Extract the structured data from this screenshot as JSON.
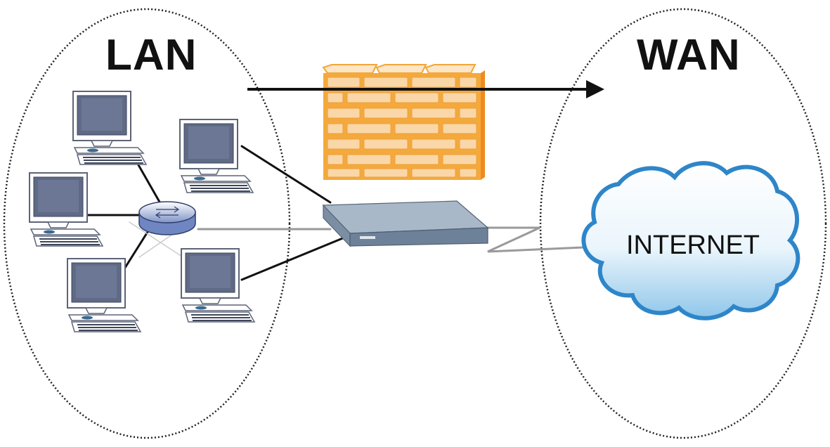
{
  "zones": {
    "lan": "LAN",
    "wan": "WAN"
  },
  "internet": {
    "label": "INTERNET",
    "icon": "cloud-icon"
  },
  "devices": {
    "firewall_icon": "brick-firewall-icon",
    "router_icon": "router-icon",
    "hub_icon": "hub-icon",
    "computer_icon": "desktop-computer-icon"
  },
  "colors": {
    "brick_face": "#FAD7A8",
    "brick_mortar": "#F4A93C",
    "computer_screen": "#5F6B86",
    "router_top": "#A9B8C8",
    "router_side": "#6D8198",
    "cloud_edge": "#2E86C9",
    "cloud_fill": "#E6F3FB",
    "link_dark": "#111111",
    "link_gray": "#9A9A9A"
  }
}
